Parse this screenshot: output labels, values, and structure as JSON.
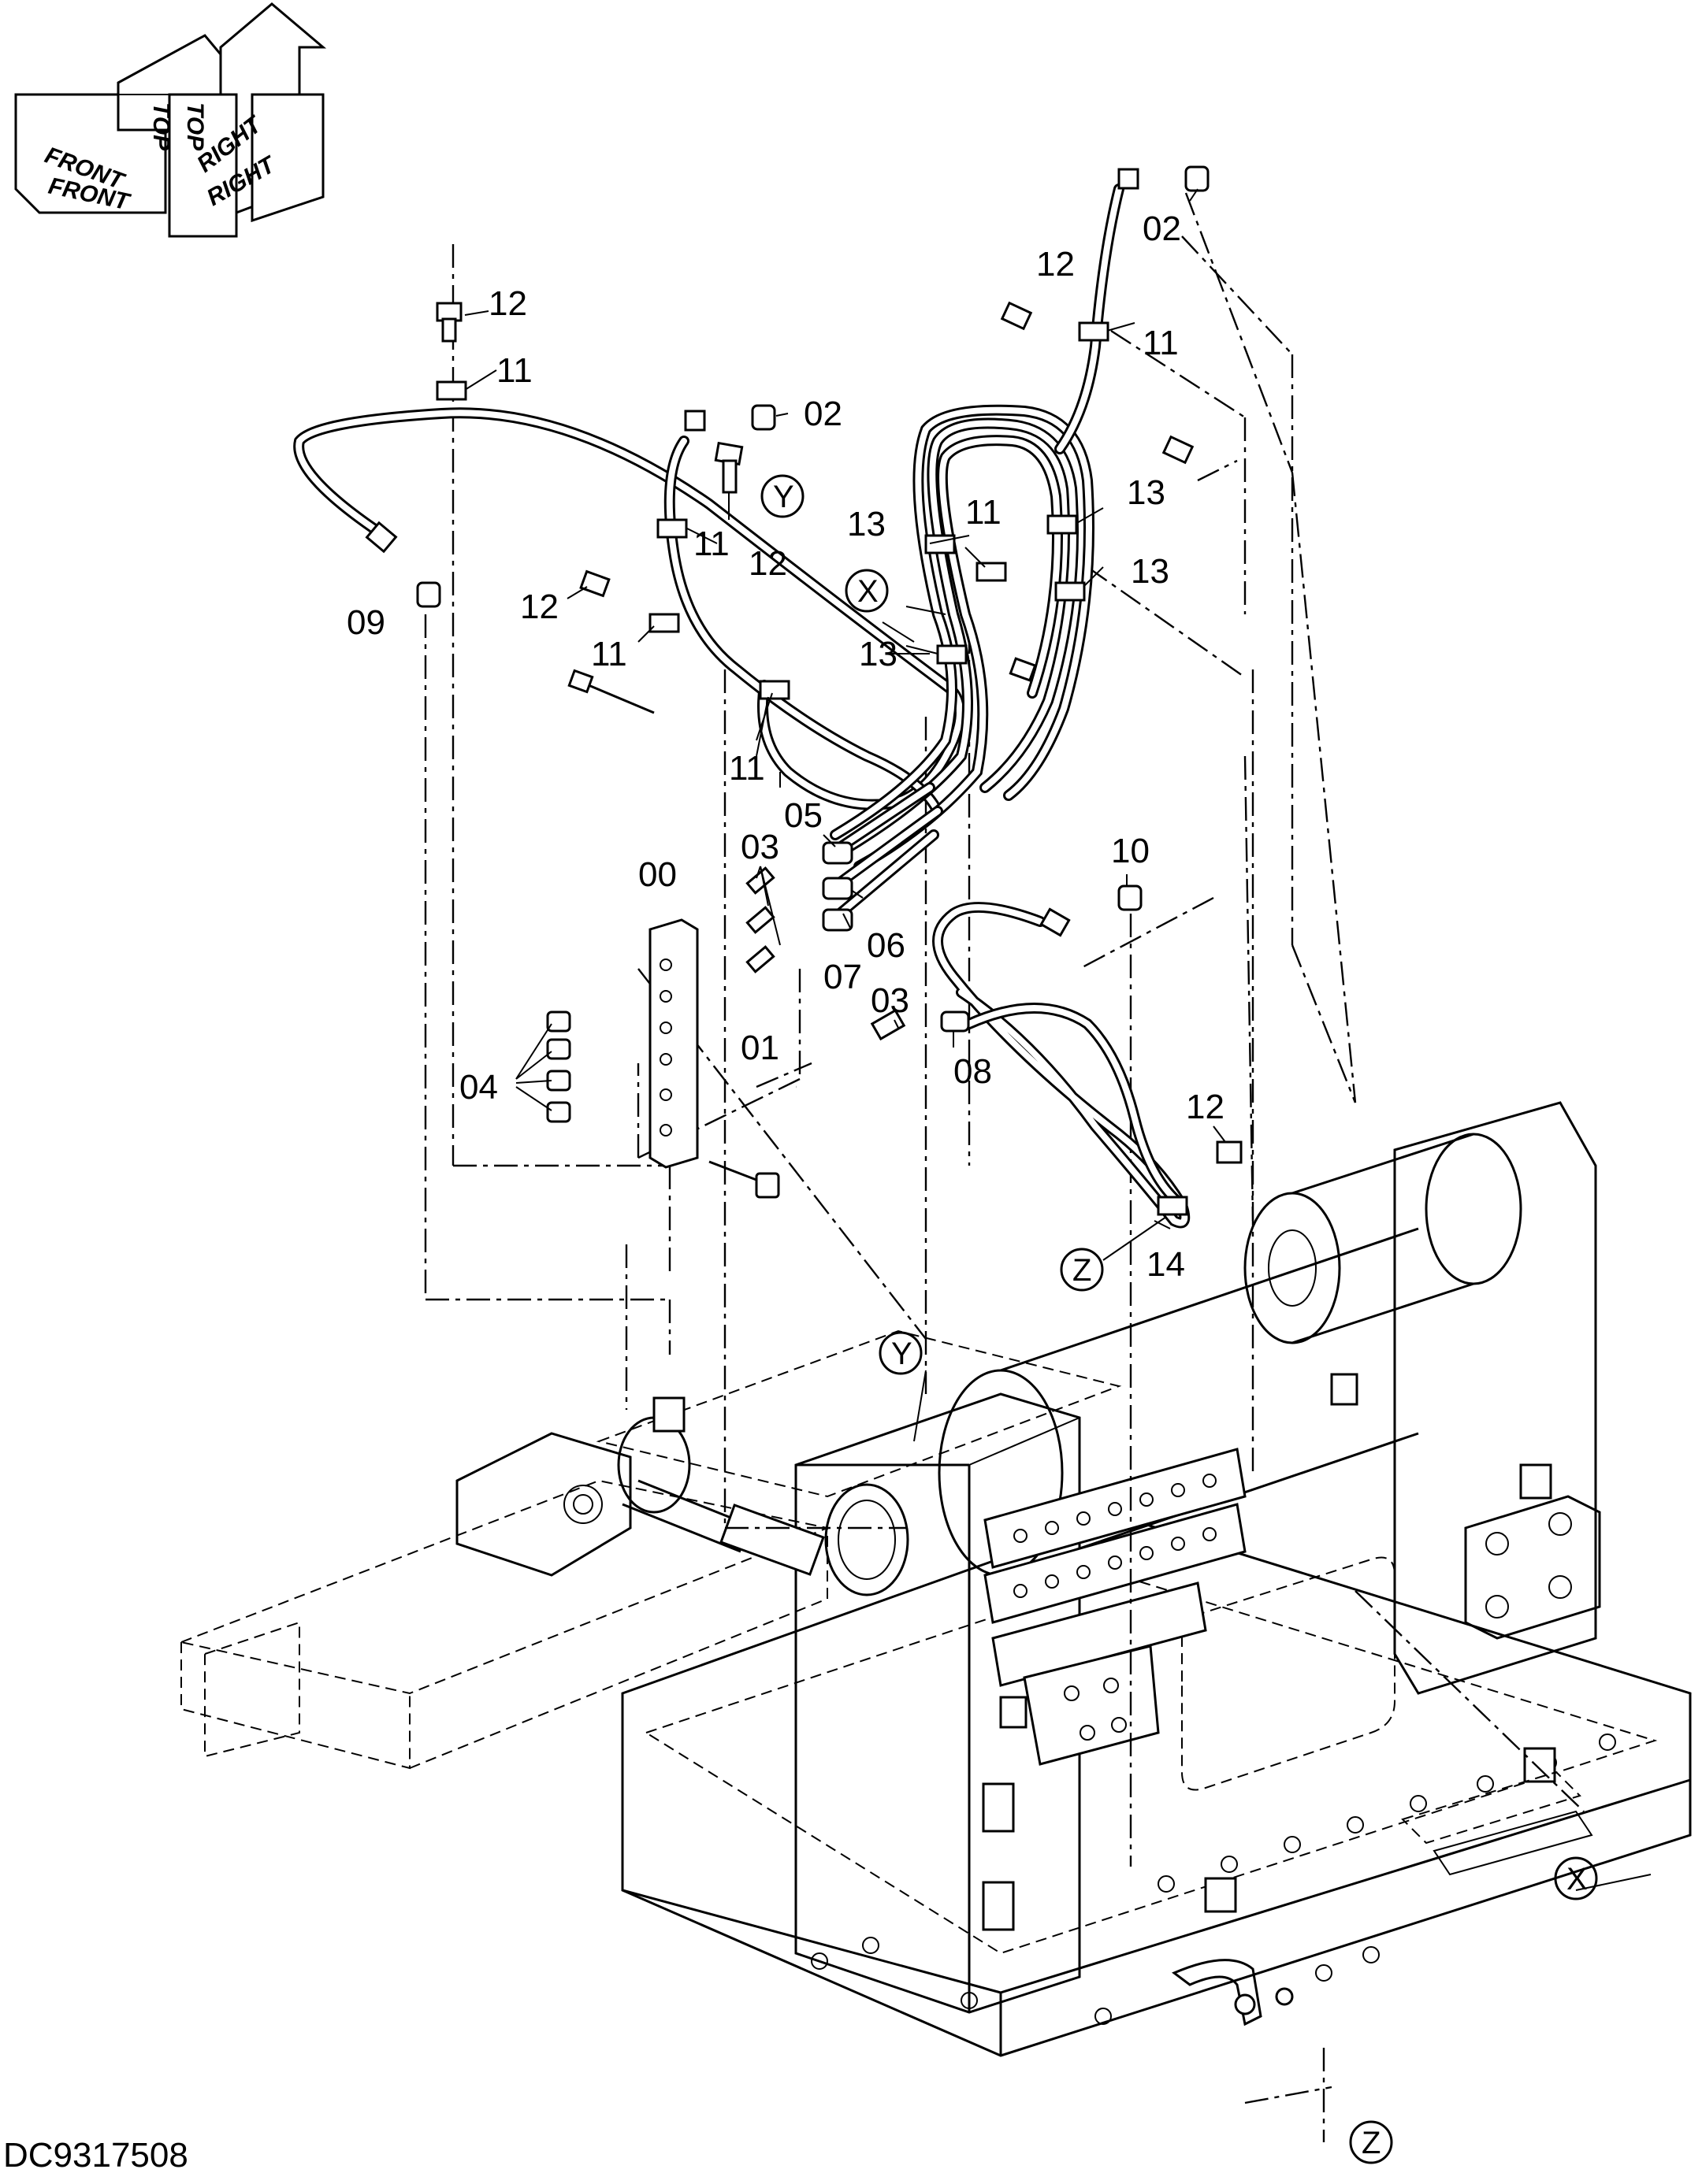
{
  "document_id": "DC9317508",
  "orientation": {
    "front": "FRONT",
    "top": "TOP",
    "right": "RIGHT"
  },
  "callouts": [
    "00",
    "01",
    "02",
    "02",
    "03",
    "03",
    "04",
    "05",
    "06",
    "07",
    "08",
    "09",
    "10",
    "11",
    "11",
    "11",
    "11",
    "11",
    "11",
    "12",
    "12",
    "12",
    "12",
    "12",
    "13",
    "13",
    "13",
    "13",
    "14"
  ],
  "view_markers": [
    "X",
    "Y",
    "Z",
    "X",
    "Y",
    "Z"
  ],
  "icons": [
    "orientation-indicator-icon"
  ]
}
